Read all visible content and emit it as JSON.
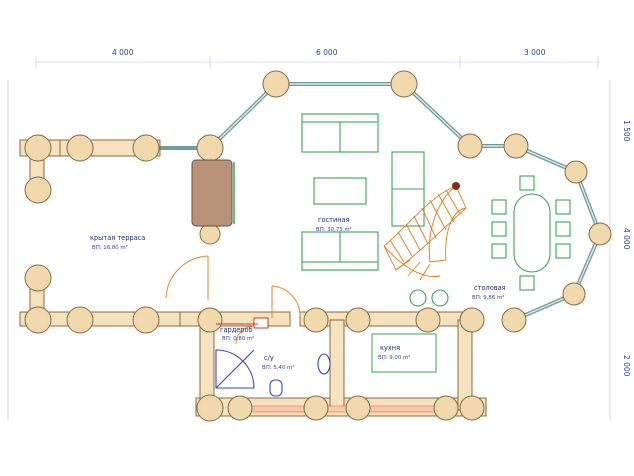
{
  "dimensions": {
    "top": [
      "4 000",
      "6 000",
      "3 000"
    ],
    "right": [
      "1 500",
      "4 000",
      "2 000"
    ]
  },
  "rooms": {
    "terrace": {
      "name": "крытая терраса",
      "area": "ВП: 16,80 m²"
    },
    "living": {
      "name": "гостиная",
      "area": "ВП: 30,75 m²"
    },
    "dining": {
      "name": "столовая",
      "area": "ВП: 9,86 m²"
    },
    "wardrobe": {
      "name": "гардероб",
      "area": "ВП: 0,80 m²"
    },
    "bathroom": {
      "name": "с/у",
      "area": "ВП: 5,40 m²"
    },
    "kitchen": {
      "name": "кухня",
      "area": "ВП: 9,00 m²"
    }
  },
  "colors": {
    "log": "#f2d8ad",
    "glazing": "#6f9d9a",
    "furniture": "#39a65a",
    "stairs": "#e07a1e",
    "labels": "#1f2a7a",
    "fireplace": "#b8937a"
  }
}
